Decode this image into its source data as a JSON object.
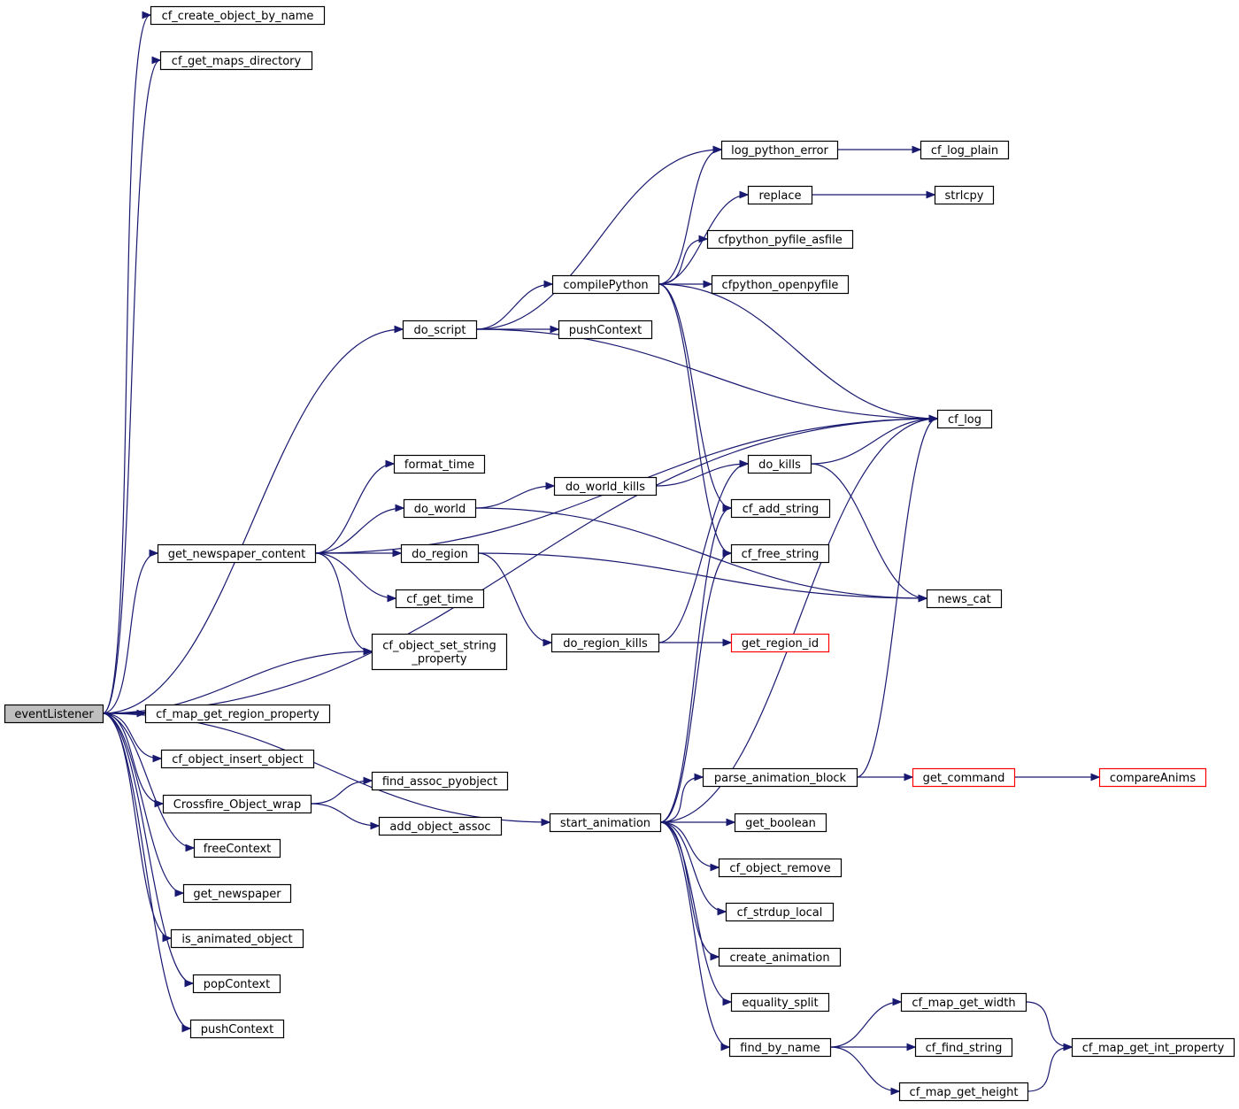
{
  "title": "",
  "colors": {
    "edge": "#191970",
    "node_border": "#000000",
    "node_border_truncated": "#ff0000",
    "root_fill": "#bfbfbf",
    "node_fill": "#ffffff"
  },
  "nodes": {
    "eventListener": {
      "label": "eventListener"
    },
    "cf_create_object_by_name": {
      "label": "cf_create_object_by_name"
    },
    "cf_get_maps_directory": {
      "label": "cf_get_maps_directory"
    },
    "do_script": {
      "label": "do_script"
    },
    "get_newspaper_content": {
      "label": "get_newspaper_content"
    },
    "cf_object_set_string_property": {
      "label": "cf_object_set_string\n_property"
    },
    "cf_map_get_region_property": {
      "label": "cf_map_get_region_property"
    },
    "cf_object_insert_object": {
      "label": "cf_object_insert_object"
    },
    "Crossfire_Object_wrap": {
      "label": "Crossfire_Object_wrap"
    },
    "freeContext": {
      "label": "freeContext"
    },
    "get_newspaper": {
      "label": "get_newspaper"
    },
    "is_animated_object": {
      "label": "is_animated_object"
    },
    "popContext": {
      "label": "popContext"
    },
    "pushContext_left": {
      "label": "pushContext"
    },
    "start_animation": {
      "label": "start_animation"
    },
    "cf_log": {
      "label": "cf_log"
    },
    "compilePython": {
      "label": "compilePython"
    },
    "pushContext_mid": {
      "label": "pushContext"
    },
    "log_python_error": {
      "label": "log_python_error"
    },
    "cf_log_plain": {
      "label": "cf_log_plain"
    },
    "replace": {
      "label": "replace"
    },
    "strlcpy": {
      "label": "strlcpy"
    },
    "cfpython_pyfile_asfile": {
      "label": "cfpython_pyfile_asfile"
    },
    "cfpython_openpyfile": {
      "label": "cfpython_openpyfile"
    },
    "cf_add_string": {
      "label": "cf_add_string"
    },
    "cf_free_string": {
      "label": "cf_free_string"
    },
    "format_time": {
      "label": "format_time"
    },
    "do_world": {
      "label": "do_world"
    },
    "do_region": {
      "label": "do_region"
    },
    "cf_get_time": {
      "label": "cf_get_time"
    },
    "do_world_kills": {
      "label": "do_world_kills"
    },
    "do_kills": {
      "label": "do_kills"
    },
    "news_cat": {
      "label": "news_cat"
    },
    "do_region_kills": {
      "label": "do_region_kills"
    },
    "get_region_id": {
      "label": "get_region_id"
    },
    "find_assoc_pyobject": {
      "label": "find_assoc_pyobject"
    },
    "add_object_assoc": {
      "label": "add_object_assoc"
    },
    "parse_animation_block": {
      "label": "parse_animation_block"
    },
    "get_command": {
      "label": "get_command"
    },
    "compareAnims": {
      "label": "compareAnims"
    },
    "get_boolean": {
      "label": "get_boolean"
    },
    "cf_object_remove": {
      "label": "cf_object_remove"
    },
    "cf_strdup_local": {
      "label": "cf_strdup_local"
    },
    "create_animation": {
      "label": "create_animation"
    },
    "equality_split": {
      "label": "equality_split"
    },
    "find_by_name": {
      "label": "find_by_name"
    },
    "cf_map_get_width": {
      "label": "cf_map_get_width"
    },
    "cf_find_string": {
      "label": "cf_find_string"
    },
    "cf_map_get_height": {
      "label": "cf_map_get_height"
    },
    "cf_map_get_int_property": {
      "label": "cf_map_get_int_property"
    }
  },
  "edges": [
    [
      "eventListener",
      "cf_create_object_by_name"
    ],
    [
      "eventListener",
      "cf_get_maps_directory"
    ],
    [
      "eventListener",
      "cf_log"
    ],
    [
      "eventListener",
      "do_script"
    ],
    [
      "eventListener",
      "get_newspaper_content"
    ],
    [
      "eventListener",
      "cf_object_set_string_property"
    ],
    [
      "eventListener",
      "cf_map_get_region_property"
    ],
    [
      "eventListener",
      "cf_object_insert_object"
    ],
    [
      "eventListener",
      "Crossfire_Object_wrap"
    ],
    [
      "eventListener",
      "freeContext"
    ],
    [
      "eventListener",
      "get_newspaper"
    ],
    [
      "eventListener",
      "is_animated_object"
    ],
    [
      "eventListener",
      "popContext"
    ],
    [
      "eventListener",
      "pushContext_left"
    ],
    [
      "eventListener",
      "start_animation"
    ],
    [
      "do_script",
      "compilePython"
    ],
    [
      "do_script",
      "pushContext_mid"
    ],
    [
      "do_script",
      "cf_log"
    ],
    [
      "do_script",
      "log_python_error"
    ],
    [
      "compilePython",
      "log_python_error"
    ],
    [
      "compilePython",
      "replace"
    ],
    [
      "compilePython",
      "cfpython_pyfile_asfile"
    ],
    [
      "compilePython",
      "cfpython_openpyfile"
    ],
    [
      "compilePython",
      "cf_log"
    ],
    [
      "compilePython",
      "cf_add_string"
    ],
    [
      "compilePython",
      "cf_free_string"
    ],
    [
      "log_python_error",
      "cf_log_plain"
    ],
    [
      "replace",
      "strlcpy"
    ],
    [
      "get_newspaper_content",
      "cf_log"
    ],
    [
      "get_newspaper_content",
      "format_time"
    ],
    [
      "get_newspaper_content",
      "do_world"
    ],
    [
      "get_newspaper_content",
      "do_region"
    ],
    [
      "get_newspaper_content",
      "cf_get_time"
    ],
    [
      "get_newspaper_content",
      "cf_object_set_string_property"
    ],
    [
      "do_world",
      "do_world_kills"
    ],
    [
      "do_world",
      "news_cat"
    ],
    [
      "do_world_kills",
      "do_kills"
    ],
    [
      "do_kills",
      "cf_log"
    ],
    [
      "do_kills",
      "news_cat"
    ],
    [
      "do_region",
      "do_region_kills"
    ],
    [
      "do_region",
      "news_cat"
    ],
    [
      "do_region_kills",
      "do_kills"
    ],
    [
      "do_region_kills",
      "get_region_id"
    ],
    [
      "Crossfire_Object_wrap",
      "find_assoc_pyobject"
    ],
    [
      "Crossfire_Object_wrap",
      "add_object_assoc"
    ],
    [
      "start_animation",
      "cf_log"
    ],
    [
      "start_animation",
      "cf_add_string"
    ],
    [
      "start_animation",
      "cf_free_string"
    ],
    [
      "start_animation",
      "parse_animation_block"
    ],
    [
      "start_animation",
      "get_boolean"
    ],
    [
      "start_animation",
      "cf_object_remove"
    ],
    [
      "start_animation",
      "cf_strdup_local"
    ],
    [
      "start_animation",
      "create_animation"
    ],
    [
      "start_animation",
      "equality_split"
    ],
    [
      "start_animation",
      "find_by_name"
    ],
    [
      "parse_animation_block",
      "get_command"
    ],
    [
      "parse_animation_block",
      "cf_log"
    ],
    [
      "get_command",
      "compareAnims"
    ],
    [
      "find_by_name",
      "cf_map_get_width"
    ],
    [
      "find_by_name",
      "cf_find_string"
    ],
    [
      "find_by_name",
      "cf_map_get_height"
    ],
    [
      "cf_map_get_width",
      "cf_map_get_int_property"
    ],
    [
      "cf_map_get_height",
      "cf_map_get_int_property"
    ]
  ]
}
